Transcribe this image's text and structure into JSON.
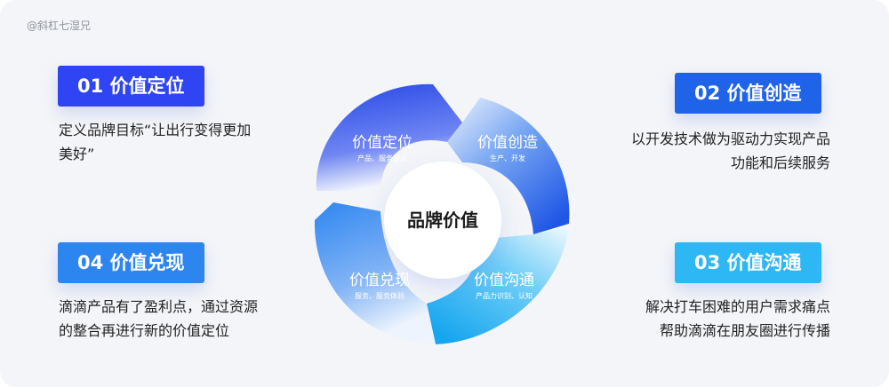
{
  "watermark": "@斜杠七湿兄",
  "center_label": "品牌价值",
  "steps": [
    {
      "tag": "01 价值定位",
      "desc": [
        "定义品牌目标“让出行变得更加",
        "美好”"
      ],
      "segment_title": "价值定位",
      "segment_sub": "产品、服务定义"
    },
    {
      "tag": "02 价值创造",
      "desc": [
        "以开发技术做为驱动力实现产品",
        "功能和后续服务"
      ],
      "segment_title": "价值创造",
      "segment_sub": "生产、开发"
    },
    {
      "tag": "03 价值沟通",
      "desc": [
        "解决打车困难的用户需求痛点",
        "帮助滴滴在朋友圈进行传播"
      ],
      "segment_title": "价值沟通",
      "segment_sub": "产品力识别、认知"
    },
    {
      "tag": "04 价值兑现",
      "desc": [
        "滴滴产品有了盈利点，通过资源",
        "的整合再进行新的价值定位"
      ],
      "segment_title": "价值兑现",
      "segment_sub": "服务、服务体验"
    }
  ],
  "colors": {
    "tag1": "#2f44f2",
    "tag2": "#1e63e8",
    "tag3": "#2db7f5",
    "tag4": "#2d86f0",
    "ring_dark": "#2446e6",
    "ring_mid": "#3a7cf0",
    "ring_light": "#32b8f4"
  }
}
